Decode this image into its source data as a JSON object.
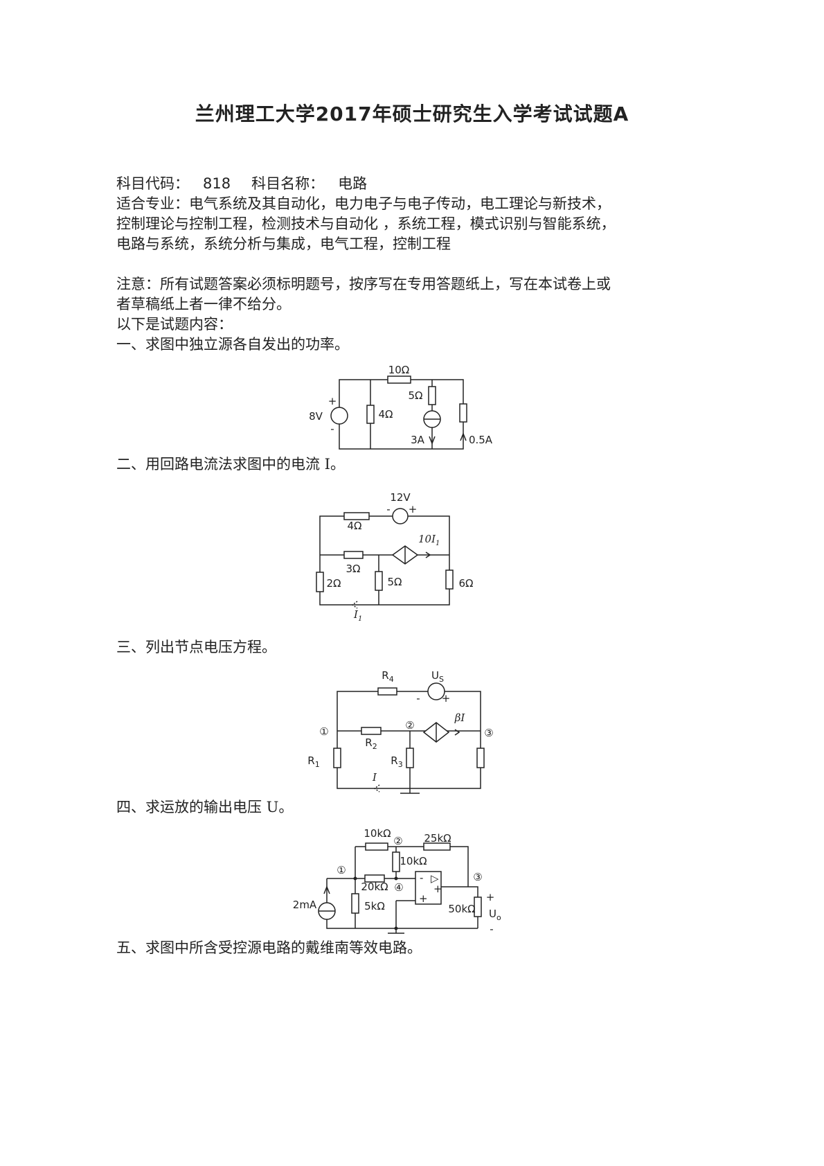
{
  "title": "兰州理工大学2017年硕士研究生入学考试试题A",
  "header": {
    "subject_code_label": "科目代码：",
    "subject_code": "818",
    "subject_name_label": "科目名称：",
    "subject_name": "电路",
    "majors_lines": [
      "适合专业：电气系统及其自动化，电力电子与电子传动，电工理论与新技术，",
      "控制理论与控制工程，检测技术与自动化 ，系统工程，模式识别与智能系统，",
      "电路与系统，系统分析与集成，电气工程，控制工程"
    ],
    "notice_lines": [
      "注意：所有试题答案必须标明题号，按序写在专用答题纸上，写在本试卷上或",
      "者草稿纸上者一律不给分。"
    ],
    "intro": "以下是试题内容："
  },
  "questions": [
    {
      "text": "一、求图中独立源各自发出的功率。",
      "labels": {
        "r10": "10Ω",
        "r5": "5Ω",
        "v8": "8V",
        "r4": "4Ω",
        "i3": "3A",
        "i05": "0.5A",
        "plus": "+",
        "minus": "-"
      }
    },
    {
      "text": "二、用回路电流法求图中的电流 I。",
      "labels": {
        "v12": "12V",
        "r4": "4Ω",
        "r3": "3Ω",
        "dep": "10I",
        "dep_sub": "1",
        "r2": "2Ω",
        "r5": "5Ω",
        "r6": "6Ω",
        "i1": "I",
        "i1_sub": "1",
        "minus": "-",
        "plus": "+"
      }
    },
    {
      "text": "三、列出节点电压方程。",
      "labels": {
        "r4": "R",
        "r4_sub": "4",
        "us": "U",
        "us_sub": "S",
        "n1": "①",
        "n2": "②",
        "n3": "③",
        "r2": "R",
        "r2_sub": "2",
        "r1": "R",
        "r1_sub": "1",
        "r3": "R",
        "r3_sub": "3",
        "dep": "βI",
        "i": "I",
        "minus": "-",
        "plus": "+"
      }
    },
    {
      "text": "四、求运放的输出电压 U。",
      "labels": {
        "r10a": "10kΩ",
        "n2": "②",
        "r25": "25kΩ",
        "r10b": "10kΩ",
        "n1": "①",
        "r20": "20kΩ",
        "n4": "④",
        "n3": "③",
        "i2": "2mA",
        "r5": "5kΩ",
        "r50": "50kΩ",
        "uo": "U",
        "uo_sub": "o",
        "plus": "+",
        "minus": "-",
        "op_minus": "-",
        "op_plus": "+",
        "op_tri": "▷"
      }
    },
    {
      "text": "五、求图中所含受控源电路的戴维南等效电路。"
    }
  ]
}
